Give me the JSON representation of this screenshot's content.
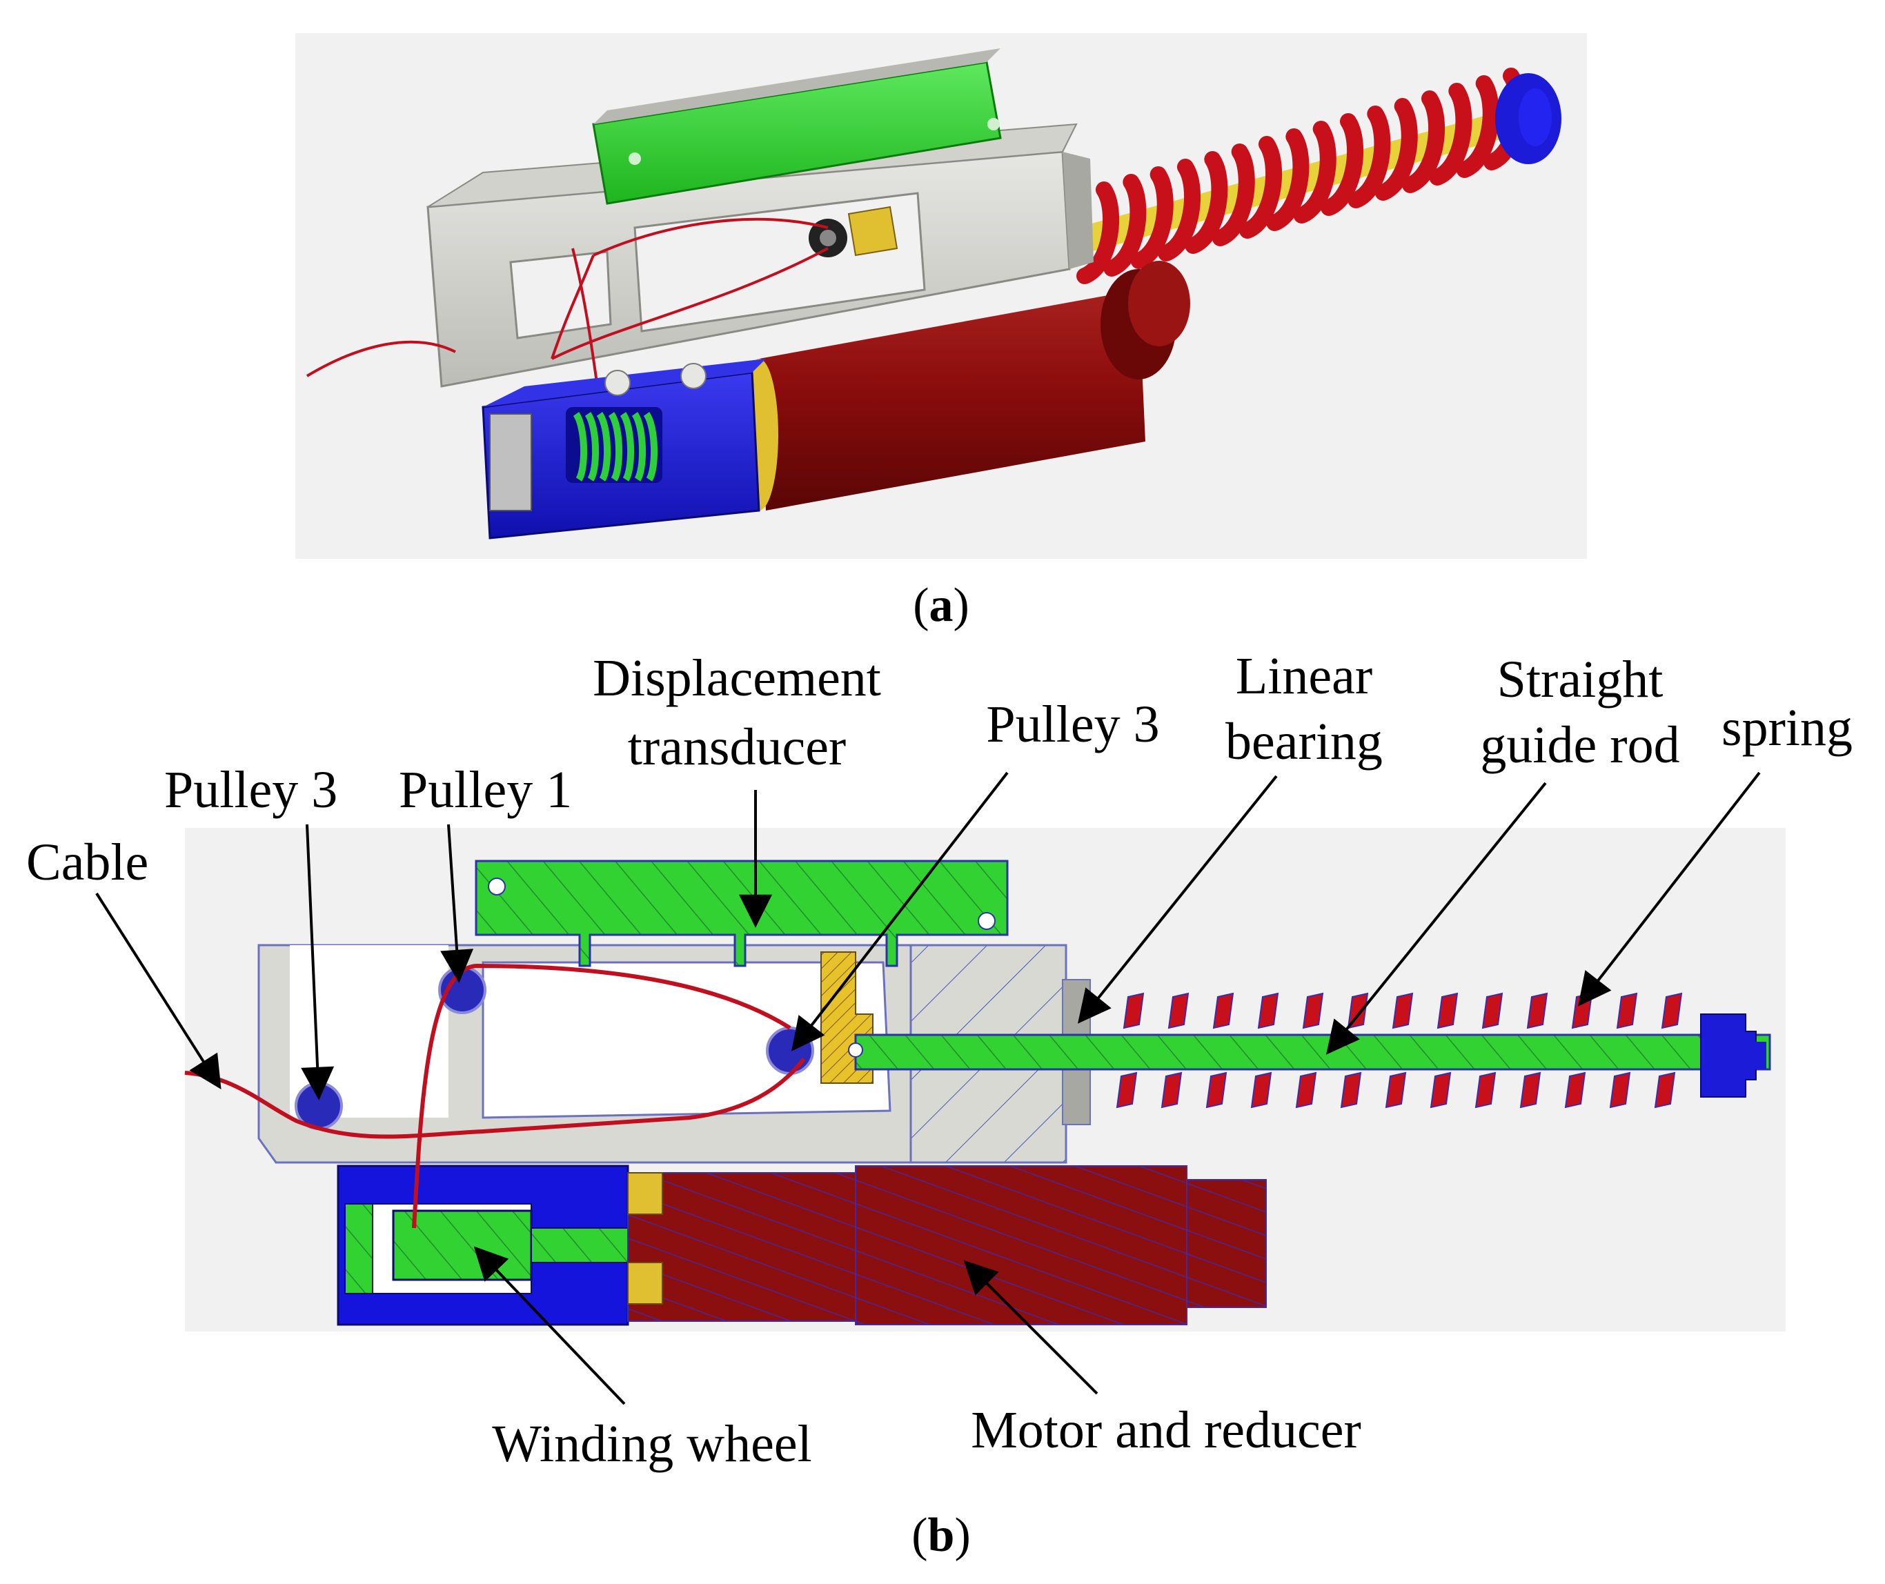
{
  "panels": {
    "a": {
      "caption_open": "(",
      "caption_letter": "a",
      "caption_close": ")"
    },
    "b": {
      "caption_open": "(",
      "caption_letter": "b",
      "caption_close": ")",
      "labels": {
        "cable": "Cable",
        "pulley_3_left": "Pulley 3",
        "pulley_1": "Pulley 1",
        "displacement_line1": "Displacement",
        "displacement_line2": "transducer",
        "pulley_3_right": "Pulley 3",
        "linear_line1": "Linear",
        "linear_line2": "bearing",
        "straight_line1": "Straight",
        "straight_line2": "guide rod",
        "spring": "spring",
        "winding_wheel": "Winding wheel",
        "motor_reducer": "Motor and reducer"
      }
    }
  },
  "colors": {
    "frame": "#d4d4cf",
    "transducer": "#32d232",
    "spring": "#c8101a",
    "guide_rod": "#f2e24c",
    "motor": "#8c0f0f",
    "housing": "#1a1ad6",
    "winding": "#2ecf3a",
    "pulley": "#2a2ab8",
    "cable": "#c01020",
    "bearing": "#d8b020"
  },
  "icons": {
    "arrow": "black-arrowhead"
  }
}
